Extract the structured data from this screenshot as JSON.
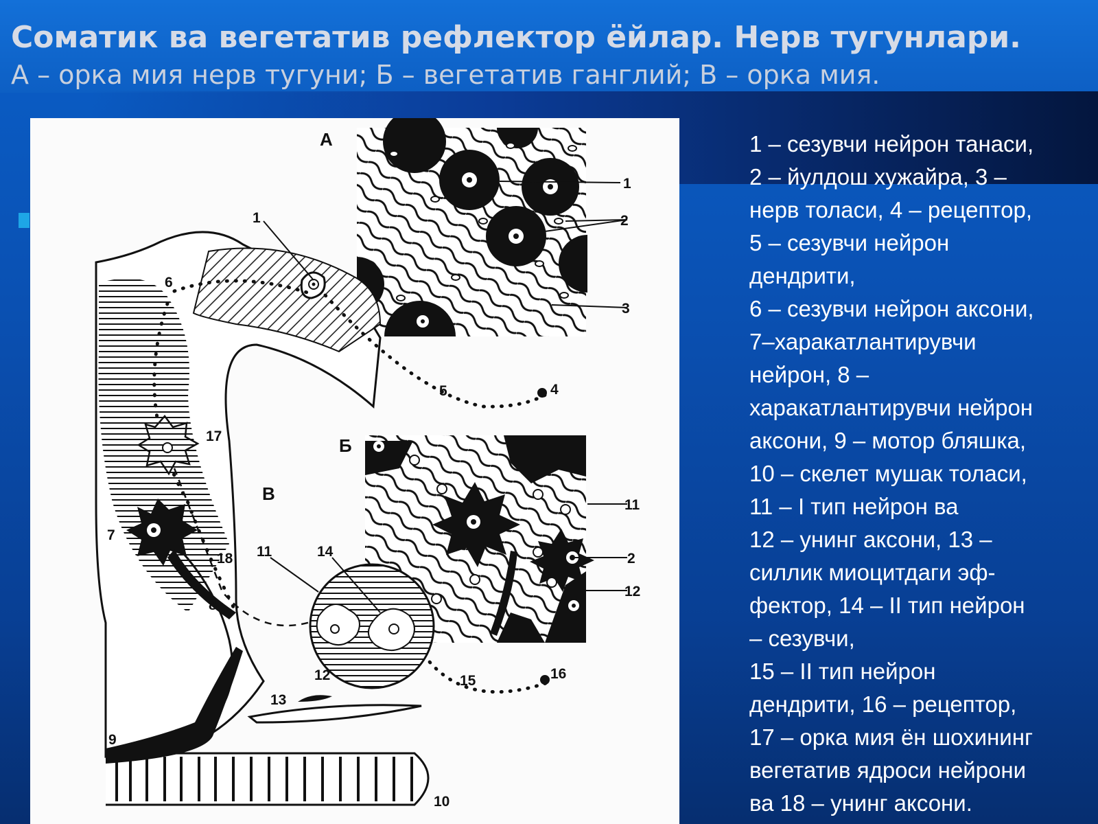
{
  "title": "Соматик ва вегетатив рефлектор ёйлар. Нерв тугунлари.",
  "subtitle": "А – орка мия нерв тугуни; Б – вегетатив ганглий; В – орка мия.",
  "legend": [
    "1 – сезувчи нейрон танаси,",
    "2 – йулдош хужайра, 3 –",
    "нерв толаси, 4 – рецептор,",
    "5 – сезувчи нейрон",
    "дендрити,",
    "6 – сезувчи нейрон аксони,",
    "7–харакатлантирувчи",
    "нейрон, 8 –",
    "харакатлантирувчи нейрон",
    "аксони, 9 – мотор бляшка,",
    "10 – скелет мушак толаси,",
    "11 –  I тип нейрон ва",
    "12 – унинг аксони, 13 –",
    "силлик миоцитдаги эф-",
    "фектор, 14 – II тип нейрон",
    "– сезувчи,",
    "15 – II тип нейрон",
    "дендрити, 16 – рецептор,",
    "17 – орка мия ён шохининг",
    "вегетатив ядроси нейрони",
    "ва  18 – унинг аксони."
  ],
  "figure": {
    "section_labels": {
      "a": "А",
      "b": "Б",
      "v": "В"
    },
    "labels": {
      "n1": "1",
      "n1b": "1",
      "n2": "2",
      "n2b": "2",
      "n3": "3",
      "n4": "4",
      "n5": "5",
      "n6": "6",
      "n7": "7",
      "n8": "8",
      "n9": "9",
      "n10": "10",
      "n11": "11",
      "n11b": "11",
      "n12": "12",
      "n12b": "12",
      "n13": "13",
      "n14": "14",
      "n15": "15",
      "n16": "16",
      "n17": "17",
      "n18": "18"
    }
  }
}
